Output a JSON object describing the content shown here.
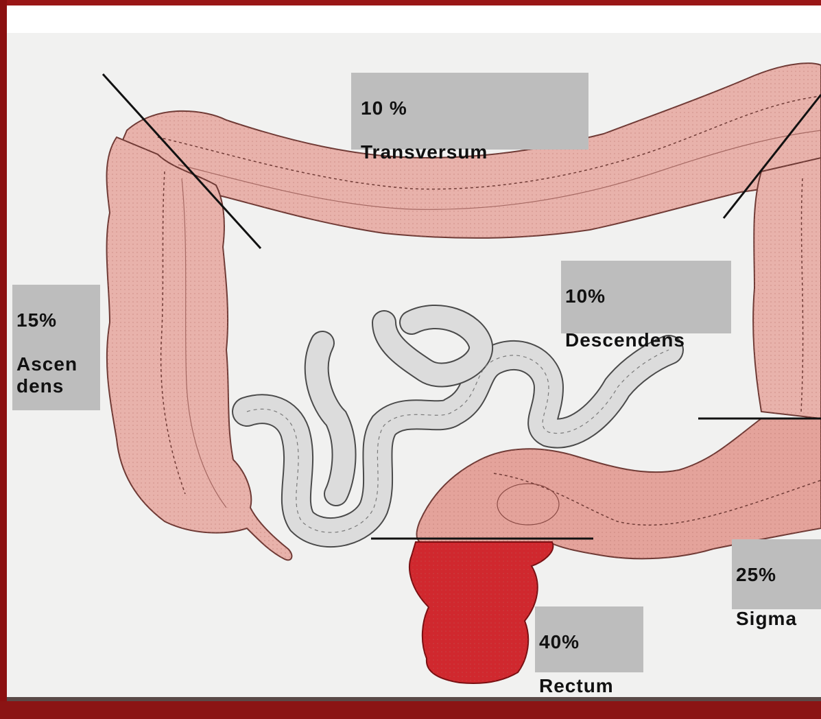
{
  "labels": {
    "transversum": {
      "percent": "10 %",
      "name": "Transversum"
    },
    "descendens": {
      "percent": "10%",
      "name": "Descendens"
    },
    "ascendens": {
      "percent": "15%",
      "name": "Ascen\ndens"
    },
    "sigma": {
      "percent": "25%",
      "name": "Sigma"
    },
    "rectum": {
      "percent": "40%",
      "name": "Rectum"
    }
  },
  "colors": {
    "colon": "#e8b2ab",
    "colon_dark": "#d89890",
    "small_intestine": "#dcdcdc",
    "rectum": "#d0282e",
    "label_box": "#bdbdbd",
    "frame": "#8b1414"
  }
}
